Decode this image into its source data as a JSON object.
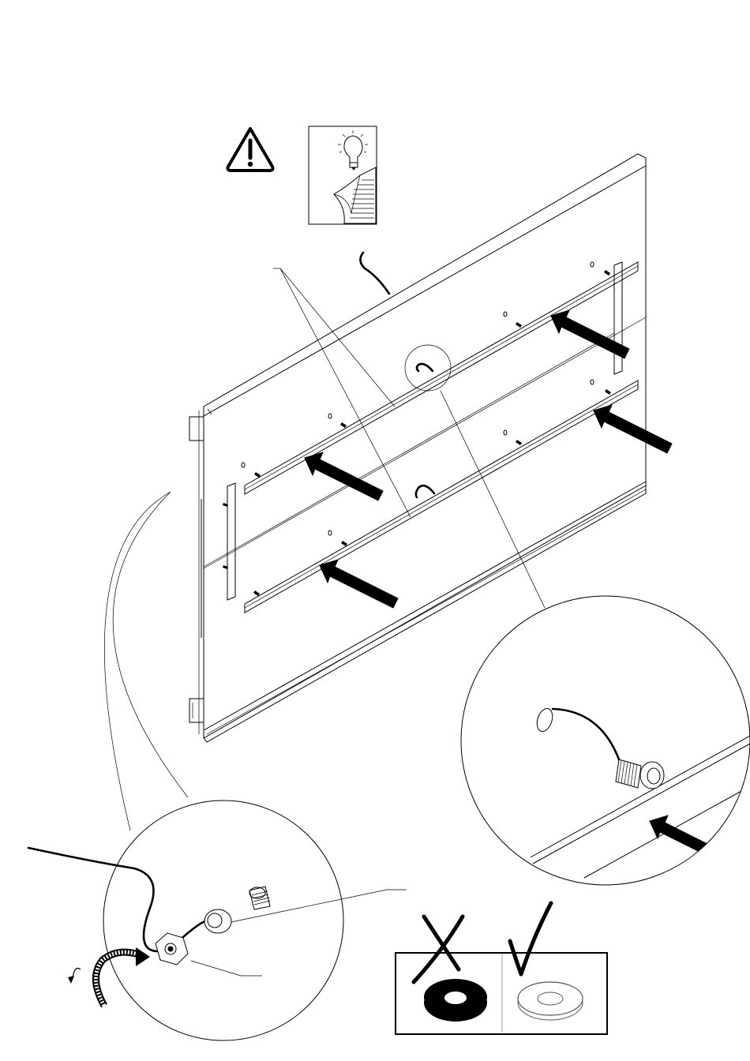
{
  "diagram": {
    "type": "assembly-instruction",
    "icons": [
      "warning-triangle-icon",
      "lightbulb-tip-icon"
    ],
    "colors": {
      "line": "#000000",
      "background": "#ffffff"
    },
    "bad_washer_mark": "cross",
    "good_washer_mark": "check"
  }
}
